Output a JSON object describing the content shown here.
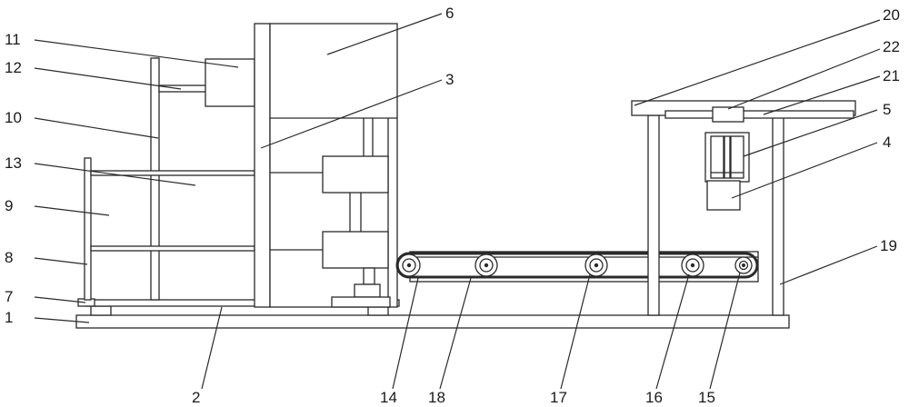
{
  "callouts": {
    "n1": "1",
    "n2": "2",
    "n3": "3",
    "n4": "4",
    "n5": "5",
    "n6": "6",
    "n7": "7",
    "n8": "8",
    "n9": "9",
    "n10": "10",
    "n11": "11",
    "n12": "12",
    "n13": "13",
    "n14": "14",
    "n15": "15",
    "n16": "16",
    "n17": "17",
    "n18": "18",
    "n19": "19",
    "n20": "20",
    "n21": "21",
    "n22": "22"
  }
}
